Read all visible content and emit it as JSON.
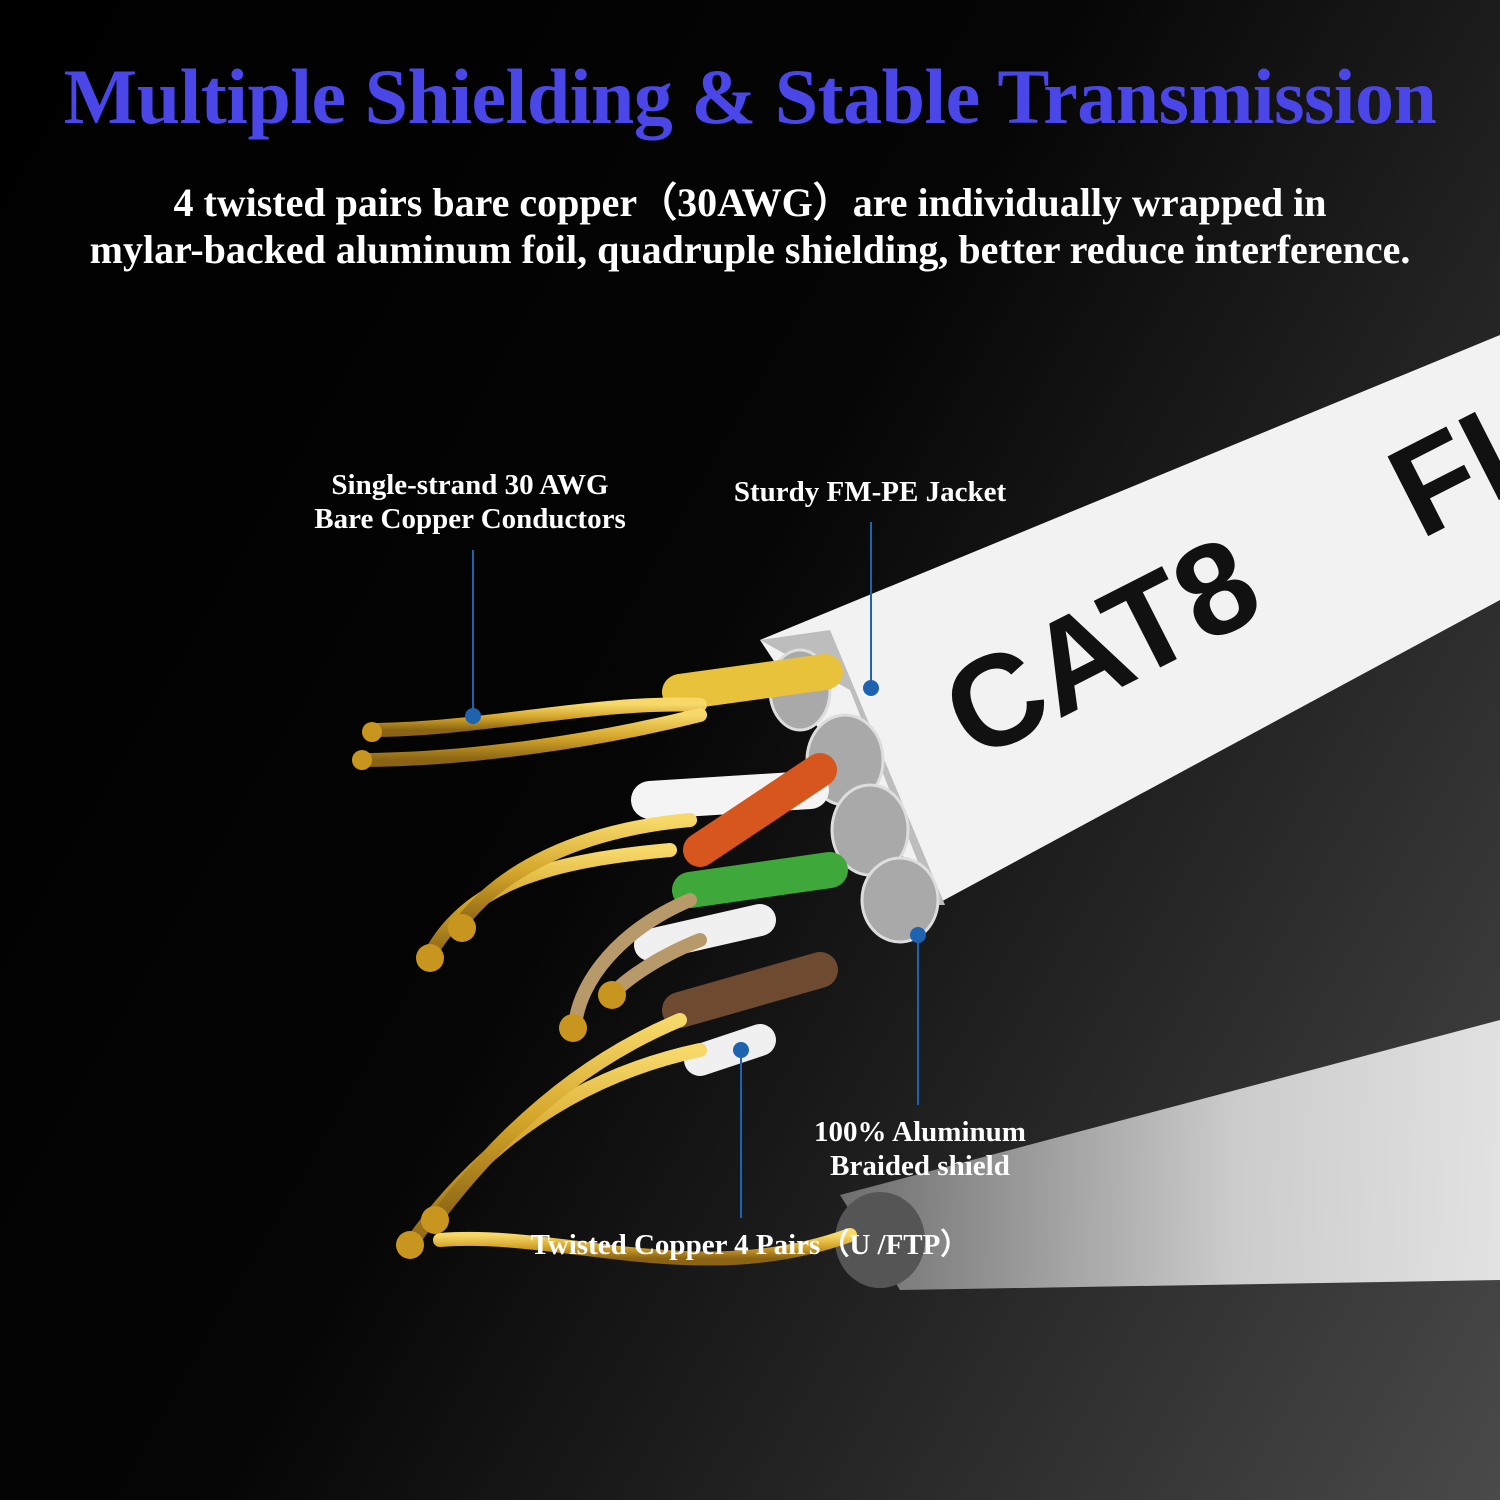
{
  "title": "Multiple Shielding & Stable Transmission",
  "subtitle": {
    "line1": "4 twisted pairs bare copper（30AWG）are individually wrapped in",
    "line2": "mylar-backed  aluminum foil, quadruple shielding, better reduce interference."
  },
  "cable_print": {
    "main": "CAT8",
    "partial": "FL"
  },
  "callouts": {
    "conductors": {
      "line1": "Single-strand 30 AWG",
      "line2": "Bare Copper Conductors"
    },
    "jacket": "Sturdy FM-PE Jacket",
    "shield": {
      "line1": "100% Aluminum",
      "line2": "Braided shield"
    },
    "pairs": "Twisted Copper  4 Pairs（U /FTP）"
  },
  "colors": {
    "title": "#4a46e8",
    "callout_line": "#1e63b0",
    "copper": "#d4a52a"
  }
}
